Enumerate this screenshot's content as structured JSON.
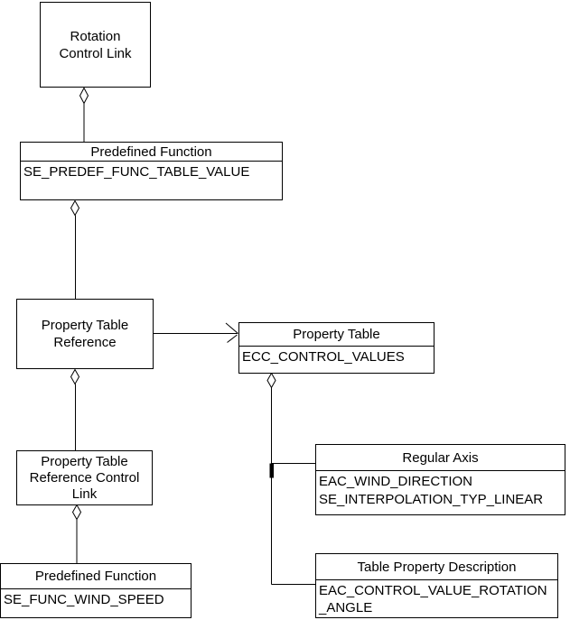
{
  "colors": {
    "background": "#ffffff",
    "line": "#000000",
    "text": "#000000"
  },
  "nodes": {
    "rotation_control_link": {
      "line1": "Rotation",
      "line2": "Control Link"
    },
    "predefined_function_table": {
      "title": "Predefined Function",
      "value": "SE_PREDEF_FUNC_TABLE_VALUE"
    },
    "property_table_reference": {
      "line1": "Property Table",
      "line2": "Reference"
    },
    "property_table": {
      "title": "Property Table",
      "value": "ECC_CONTROL_VALUES"
    },
    "property_table_reference_control_link": {
      "line1": "Property Table",
      "line2": "Reference Control",
      "line3": "Link"
    },
    "predefined_function_wind_speed": {
      "title": "Predefined Function",
      "value": "SE_FUNC_WIND_SPEED"
    },
    "regular_axis": {
      "title": "Regular Axis",
      "value_line1": "EAC_WIND_DIRECTION",
      "value_line2": "SE_INTERPOLATION_TYP_LINEAR"
    },
    "table_property_description": {
      "title": "Table Property Description",
      "value_line1": "EAC_CONTROL_VALUE_ROTATION",
      "value_line2": "_ANGLE"
    }
  },
  "edges": [
    {
      "from": "rotation_control_link",
      "to": "predefined_function_table",
      "type": "aggregation-diamond"
    },
    {
      "from": "predefined_function_table",
      "to": "property_table_reference",
      "type": "aggregation-diamond"
    },
    {
      "from": "property_table_reference",
      "to": "property_table",
      "type": "open-arrow"
    },
    {
      "from": "property_table_reference",
      "to": "property_table_reference_control_link",
      "type": "aggregation-diamond"
    },
    {
      "from": "property_table_reference_control_link",
      "to": "predefined_function_wind_speed",
      "type": "aggregation-diamond"
    },
    {
      "from": "property_table",
      "to": "regular_axis",
      "type": "aggregation-diamond"
    },
    {
      "from": "property_table",
      "to": "table_property_description",
      "type": "aggregation-diamond"
    }
  ]
}
